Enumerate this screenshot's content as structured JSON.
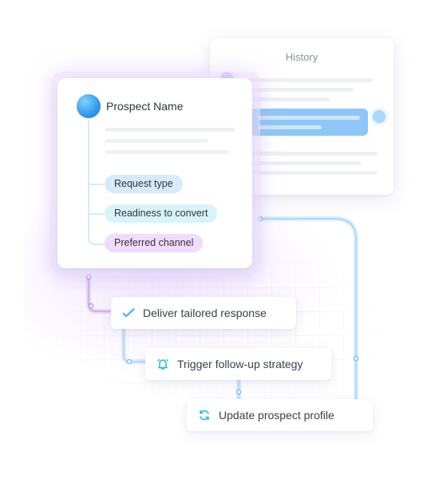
{
  "history": {
    "title": "History"
  },
  "prospect": {
    "name": "Prospect Name",
    "chips": [
      "Request type",
      "Readiness to convert",
      "Preferred channel"
    ]
  },
  "actions": [
    {
      "label": "Deliver tailored response",
      "icon": "check-icon"
    },
    {
      "label": "Trigger follow-up strategy",
      "icon": "bell-icon"
    },
    {
      "label": "Update prospect profile",
      "icon": "refresh-icon"
    }
  ],
  "colors": {
    "accent_blue": "#2a8ee8",
    "chip_blue": "#d6ebfb",
    "chip_cyan": "#d8f4fb",
    "chip_purple": "#f1dcfb",
    "connector_purple": "#c9a6f2",
    "connector_blue": "#a8d6f7",
    "icon_cyan": "#1fb8d8"
  }
}
